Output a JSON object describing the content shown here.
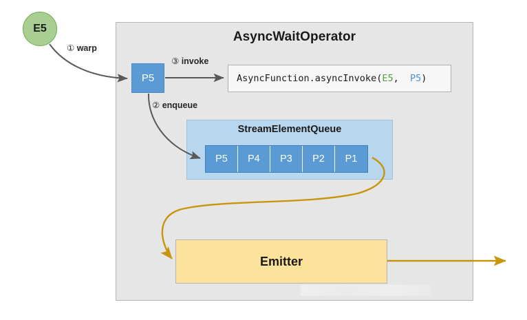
{
  "diagram": {
    "operator": {
      "title": "AsyncWaitOperator"
    },
    "source_node": {
      "label": "E5",
      "color": "#a8ce91",
      "border_color": "#6faa50"
    },
    "record_node": {
      "label": "P5",
      "color": "#5b9bd5"
    },
    "code_box": {
      "prefix": "AsyncFunction.asyncInvoke(",
      "arg1": "E5",
      "separator": ",  ",
      "arg2": "P5",
      "suffix": ")",
      "arg1_color": "#5a9e43",
      "arg2_color": "#4f94d4"
    },
    "queue": {
      "title": "StreamElementQueue",
      "container_color": "#b9d6ef",
      "cell_color": "#5b9bd5",
      "cells": [
        {
          "label": "P5"
        },
        {
          "label": "P4"
        },
        {
          "label": "P3"
        },
        {
          "label": "P2"
        },
        {
          "label": "P1"
        }
      ]
    },
    "emitter": {
      "label": "Emitter",
      "color": "#fce39c"
    },
    "steps": [
      {
        "marker": "①",
        "label": "warp"
      },
      {
        "marker": "②",
        "label": "enqueue"
      },
      {
        "marker": "③",
        "label": "invoke"
      }
    ],
    "arrow_colors": {
      "gray": "#595959",
      "gold": "#c8960c"
    }
  }
}
